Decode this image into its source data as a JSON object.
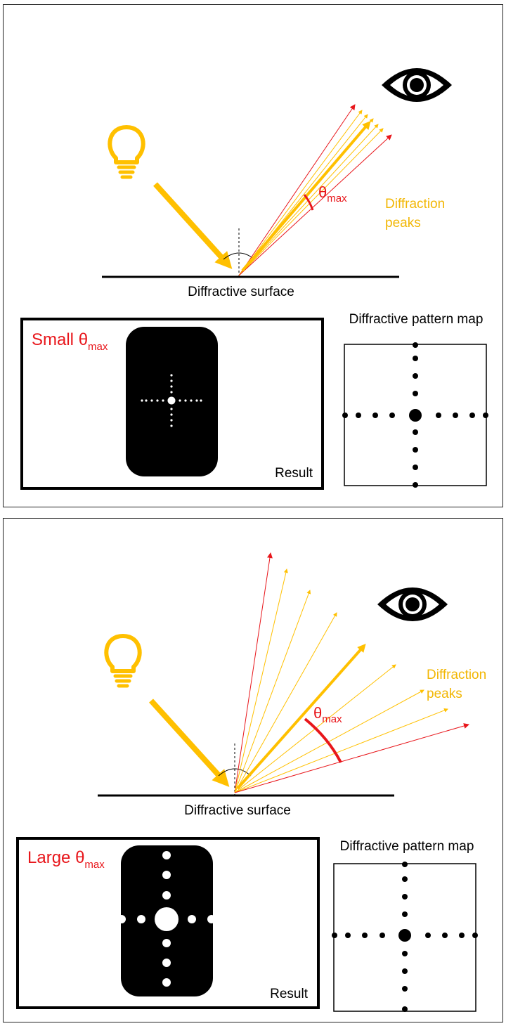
{
  "colors": {
    "accent_yellow": "#FFC000",
    "theta_red": "#E8161B",
    "label_yellow": "#F2B705",
    "ink": "#000000"
  },
  "icons": [
    "lightbulb-icon",
    "eye-icon"
  ],
  "panels": [
    {
      "id": "small",
      "surface_label": "Diffractive surface",
      "theta_symbol": "θ",
      "theta_subscript": "max",
      "peaks_label_line1": "Diffraction",
      "peaks_label_line2": "peaks",
      "result_title_word": "Small",
      "result_title_symbol": "θ",
      "result_title_subscript": "max",
      "result_label": "Result",
      "map_title": "Diffractive pattern map"
    },
    {
      "id": "large",
      "surface_label": "Diffractive surface",
      "theta_symbol": "θ",
      "theta_subscript": "max",
      "peaks_label_line1": "Diffraction",
      "peaks_label_line2": "peaks",
      "result_title_word": "Large",
      "result_title_symbol": "θ",
      "result_title_subscript": "max",
      "result_label": "Result",
      "map_title": "Diffractive pattern map"
    }
  ]
}
